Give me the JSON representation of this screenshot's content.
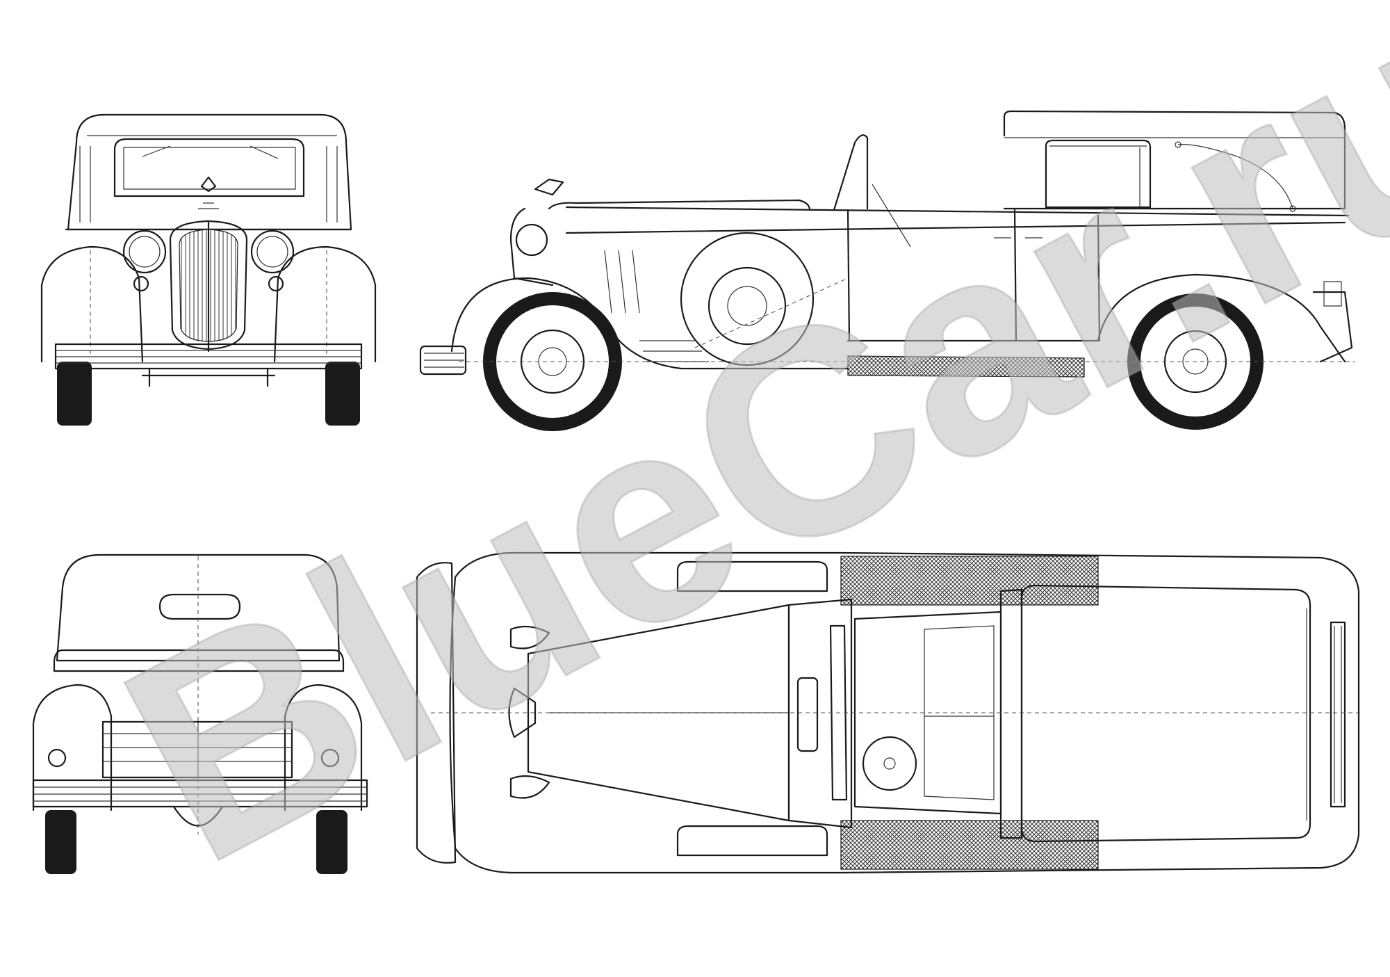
{
  "blueprint": {
    "views": [
      "front",
      "side",
      "rear",
      "top"
    ]
  },
  "watermark": {
    "text": "BlueCar.ru",
    "color": "#bdbdbd"
  }
}
